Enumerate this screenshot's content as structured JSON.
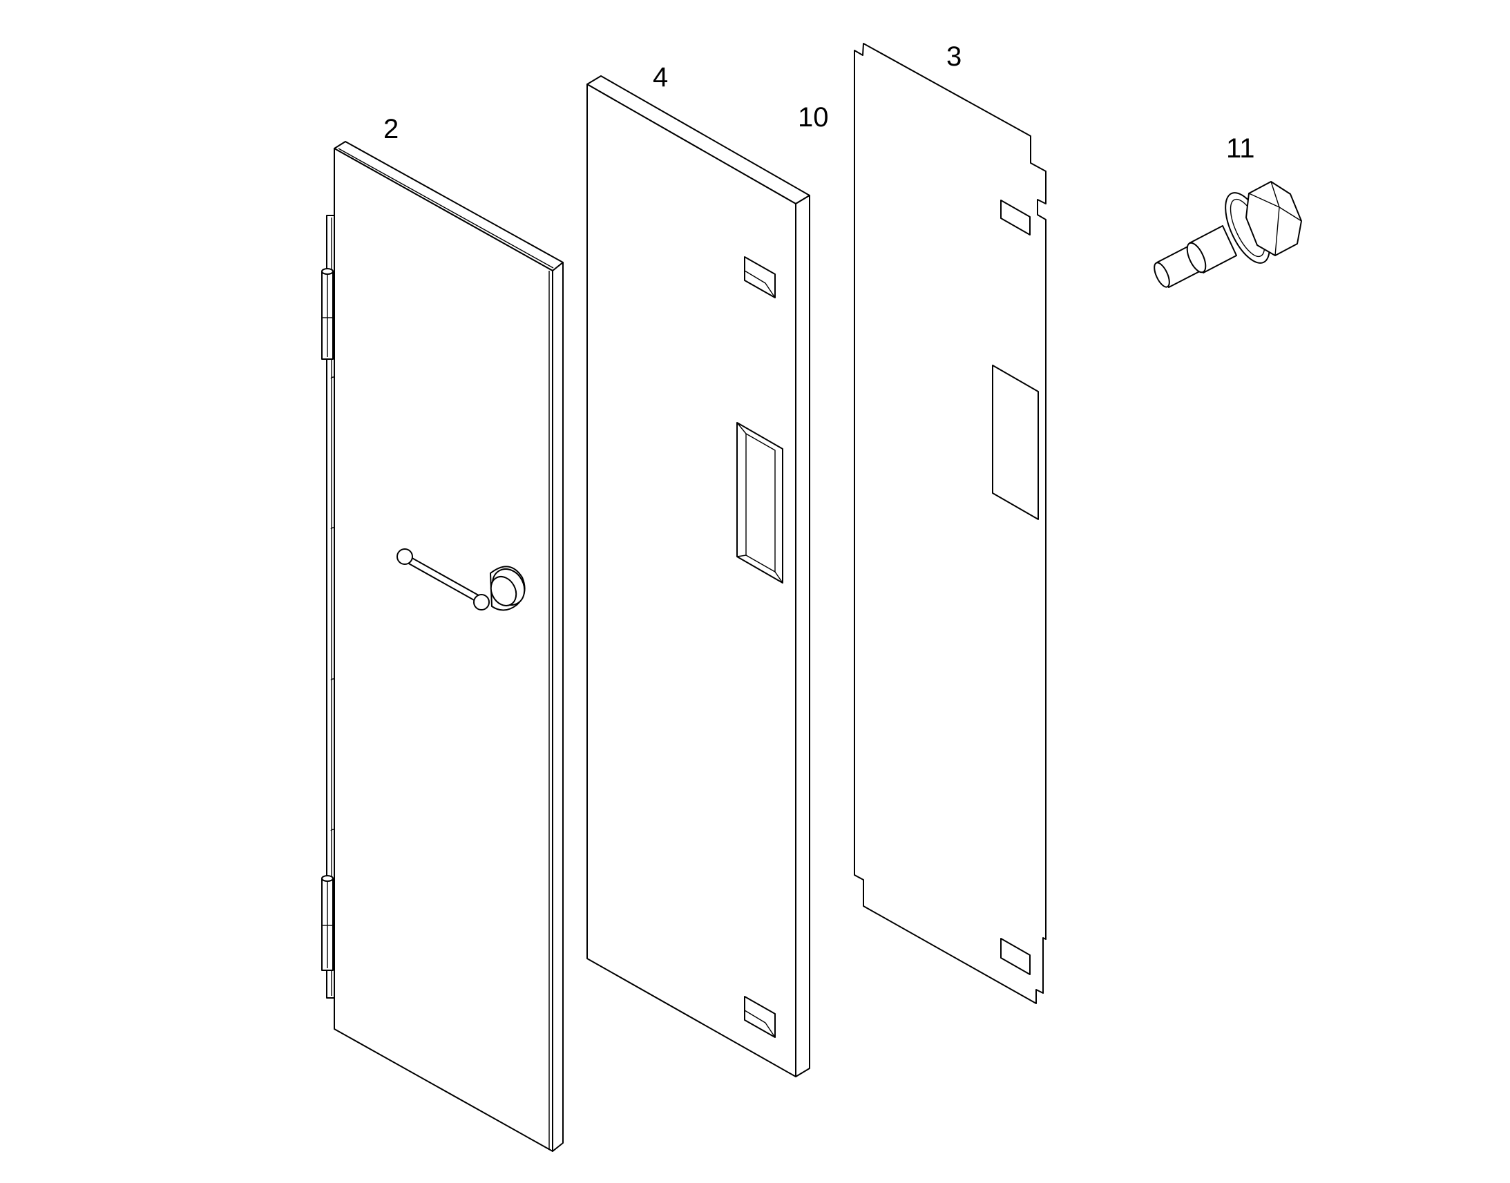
{
  "callouts": {
    "door": "2",
    "gasket": "4",
    "liner": "3",
    "liner_insulation": "10",
    "screw": "11"
  },
  "colors": {
    "line": "#000000",
    "background": "#ffffff"
  }
}
